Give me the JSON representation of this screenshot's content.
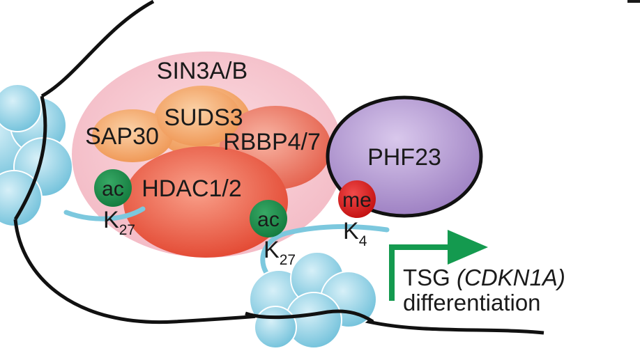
{
  "complex": {
    "sin3": "SIN3A/B",
    "suds3": "SUDS3",
    "sap30": "SAP30",
    "rbbp": "RBBP4/7",
    "hdac": "HDAC1/2"
  },
  "reader": {
    "phf23": "PHF23"
  },
  "marks": {
    "ac_left": {
      "label": "ac",
      "residue": "K",
      "position": "27"
    },
    "ac_mid": {
      "label": "ac",
      "residue": "K",
      "position": "27"
    },
    "me": {
      "label": "me",
      "residue": "K",
      "position": "4"
    }
  },
  "target": {
    "gene_prefix": "TSG ",
    "gene_name": "(CDKN1A)",
    "outcome": "differentiation"
  },
  "colors": {
    "complex_halo": "#f6c9d0",
    "sin3": "#f2a36a",
    "hdac": "#e8543f",
    "phf23": "#a98cc8",
    "ac_mark": "#1f8a4c",
    "me_mark": "#d41c1c",
    "nucleosome": "#8fcfe2",
    "tss_arrow": "#149a4f"
  }
}
